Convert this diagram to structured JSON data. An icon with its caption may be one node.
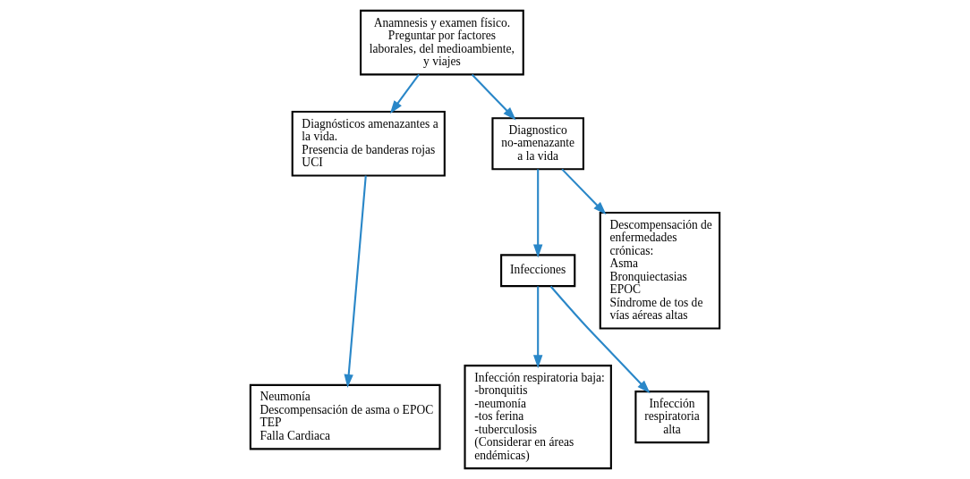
{
  "diagram": {
    "nodes": [
      {
        "text": [
          "Anamnesis y examen físico. Preguntar por factores laborales, del medioambiente, y viajes"
        ]
      },
      {
        "text": [
          "Diagnósticos amenazantes a la vida.",
          "Presencia de banderas rojas",
          "UCI"
        ]
      },
      {
        "text": [
          "Diagnostico no-amenazante a la vida"
        ]
      },
      {
        "text": [
          "Neumonía",
          "Descompensación de asma o EPOC",
          "TEP",
          "Falla Cardiaca"
        ]
      },
      {
        "text": [
          "Infecciones"
        ]
      },
      {
        "text": [
          "Infección respiratoria baja:",
          "-bronquitis",
          "-neumonía",
          "-tos ferina",
          "-tuberculosis",
          "(Considerar en áreas endémicas)"
        ]
      },
      {
        "text": [
          "Infección respiratoria alta"
        ]
      },
      {
        "text": [
          "Descompensación de enfermedades crónicas:",
          "Asma",
          "Bronquiectasias",
          "EPOC",
          "Síndrome de tos de vías aéreas altas"
        ]
      }
    ],
    "edges": [
      {
        "from": 0,
        "to": 1,
        "arrow": "to"
      },
      {
        "from": 0,
        "to": 2,
        "arrow": "to"
      },
      {
        "from": 1,
        "to": 3,
        "arrow": "to"
      },
      {
        "from": 2,
        "to": 4,
        "arrow": "to"
      },
      {
        "from": 2,
        "to": 7,
        "arrow": "to"
      },
      {
        "from": 4,
        "to": 5,
        "arrow": "to"
      },
      {
        "from": 4,
        "to": 6,
        "arrow": "to"
      }
    ]
  }
}
